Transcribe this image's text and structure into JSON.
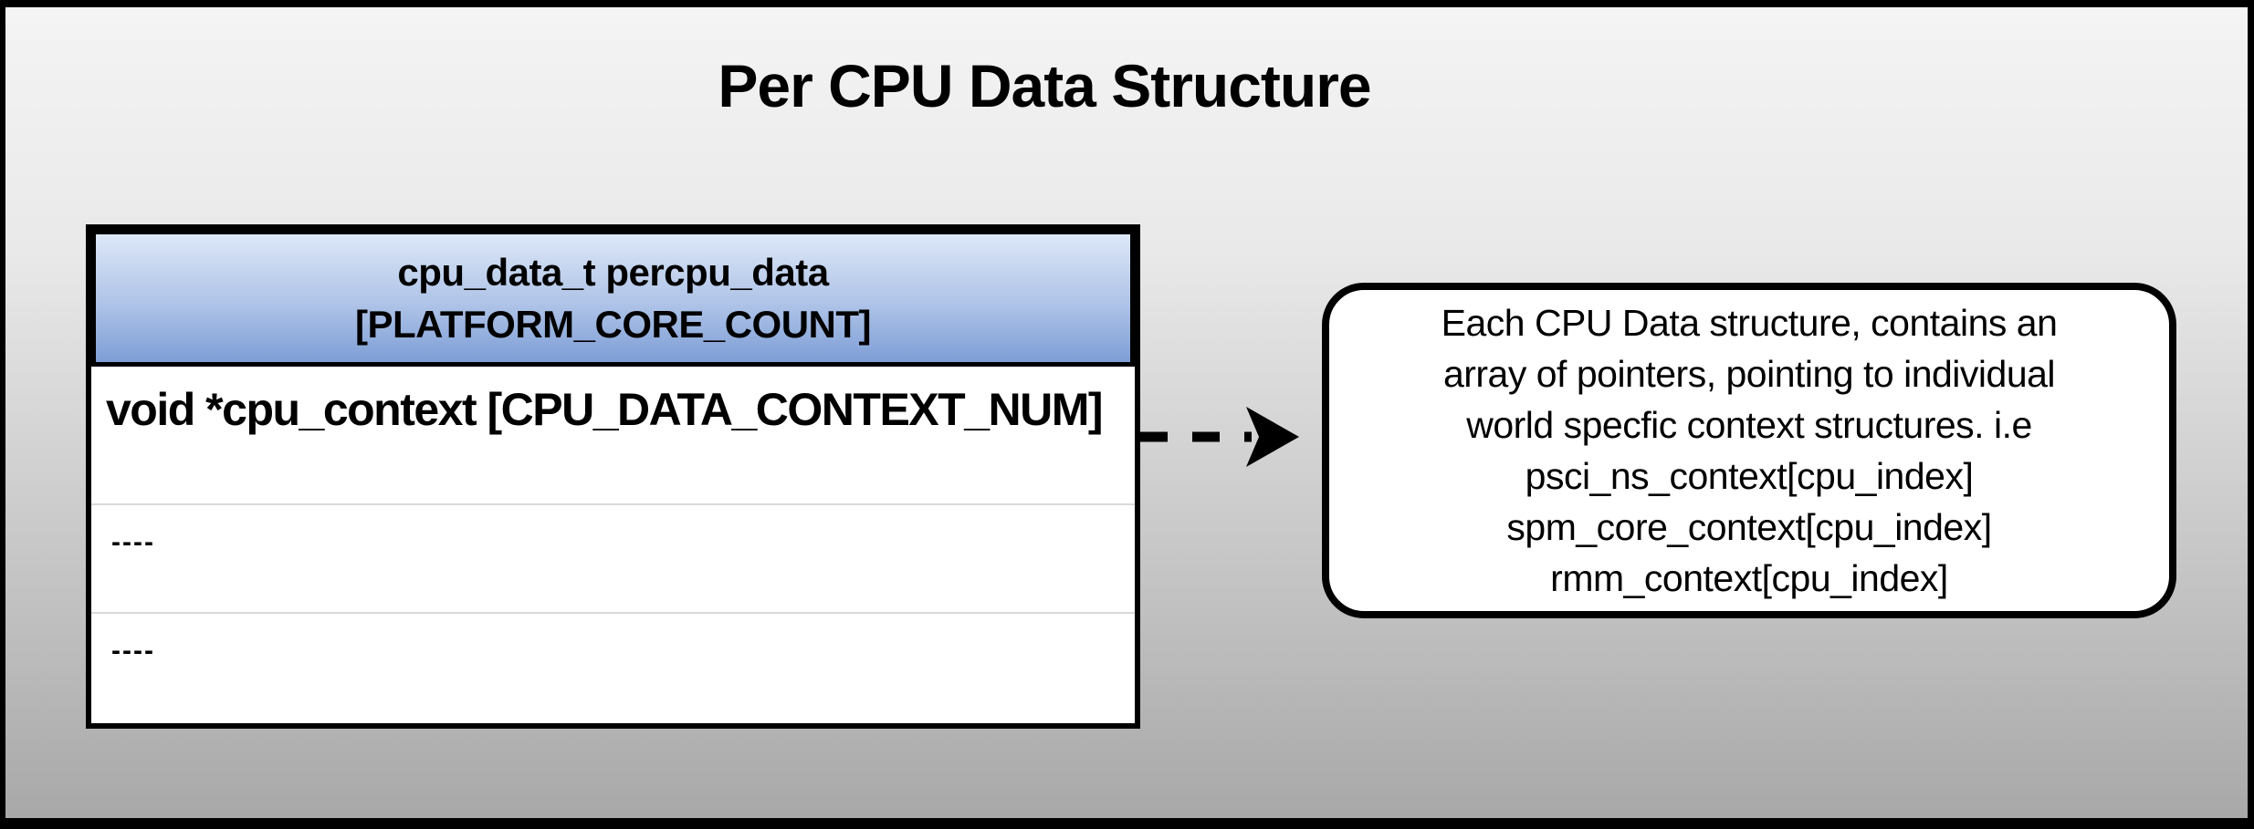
{
  "title": "Per CPU Data Structure",
  "table": {
    "header_line1": "cpu_data_t percpu_data",
    "header_line2": "[PLATFORM_CORE_COUNT]",
    "rows": [
      {
        "label": "void *cpu_context [CPU_DATA_CONTEXT_NUM]"
      },
      {
        "label": "----"
      },
      {
        "label": "----"
      }
    ]
  },
  "arrow": {
    "name": "dashed-right-arrow",
    "style": "dashed",
    "direction": "right"
  },
  "note": {
    "lines": [
      "Each CPU Data structure, contains an",
      "array of pointers, pointing to individual",
      "world specfic context structures. i.e",
      "psci_ns_context[cpu_index]",
      "spm_core_context[cpu_index]",
      "rmm_context[cpu_index]"
    ]
  },
  "colors": {
    "border": "#000000",
    "header_gradient_top": "#dde7f7",
    "header_gradient_bottom": "#7e9ed6",
    "background_gradient_top": "#f4f4f4",
    "background_gradient_bottom": "#a8a8a8",
    "row_divider": "#d9d9d9",
    "box_fill": "#ffffff",
    "text": "#000000"
  }
}
